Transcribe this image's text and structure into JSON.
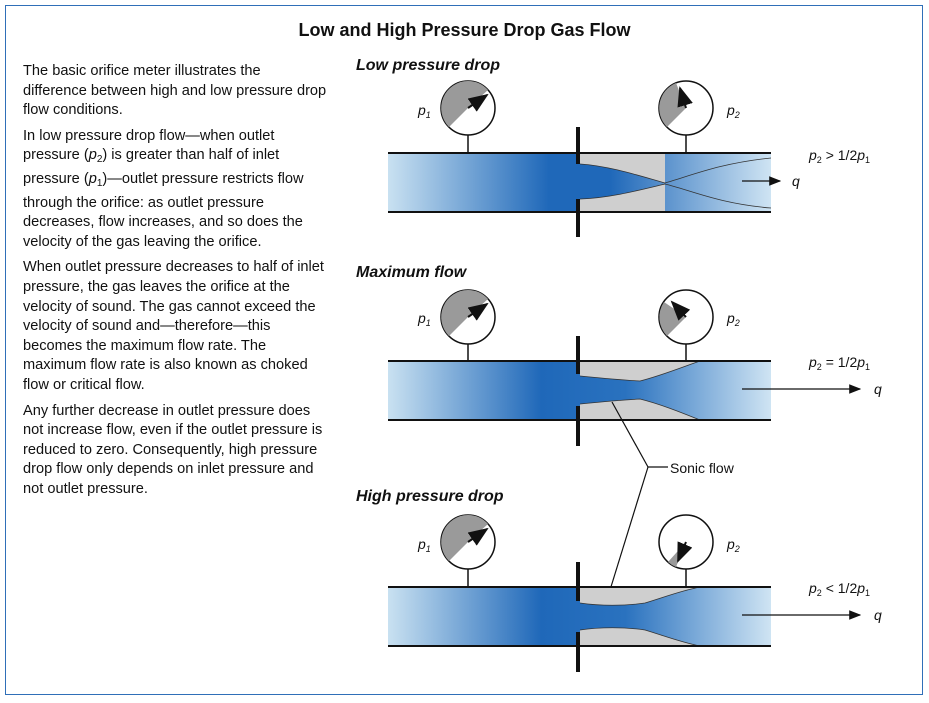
{
  "title": "Low and High Pressure Drop Gas Flow",
  "text": {
    "p1": "The basic orifice meter illustrates the difference between high and low pressure drop flow conditions.",
    "p2a": "In low pressure drop flow—when outlet pressure (",
    "p2_p2": "p",
    "p2_p2sub": "2",
    "p2b": ") is greater than half of inlet pressure (",
    "p2_p1": "p",
    "p2_p1sub": "1",
    "p2c": ")—outlet pressure restricts flow through the orifice: as outlet pressure decreases, flow increases, and so does the velocity of the gas leaving the orifice.",
    "p3": "When outlet pressure decreases to half of inlet pressure, the gas leaves the orifice at the velocity of sound. The gas cannot exceed the velocity of sound and—therefore—this becomes the maximum flow rate. The maximum flow rate is also known as choked flow or critical flow.",
    "p4": "Any further decrease in outlet pressure does not increase flow, even if the outlet pressure is reduced to zero. Consequently, high pressure drop flow only depends on inlet pressure and not outlet pressure."
  },
  "sections": [
    {
      "title": "Low pressure drop",
      "relation_pre": "p",
      "relation_sub": "2",
      "relation_mid": " > 1/2",
      "relation_p": "p",
      "relation_sub2": "1"
    },
    {
      "title": "Maximum flow",
      "relation_pre": "p",
      "relation_sub": "2",
      "relation_mid": " = 1/2",
      "relation_p": "p",
      "relation_sub2": "1"
    },
    {
      "title": "High pressure drop",
      "relation_pre": "p",
      "relation_sub": "2",
      "relation_mid": " < 1/2",
      "relation_p": "p",
      "relation_sub2": "1"
    }
  ],
  "gauge_labels": {
    "inlet": "p",
    "inlet_sub": "1",
    "outlet": "p",
    "outlet_sub": "2"
  },
  "flow_label": "q",
  "callout": "Sonic flow",
  "colors": {
    "frame": "#2f6fb8",
    "pipe_light": "#c6dff0",
    "pipe_dark": "#1f67b8",
    "gauge_fill": "#9a9a9a",
    "vena_contracta": "#cfcfcf"
  }
}
